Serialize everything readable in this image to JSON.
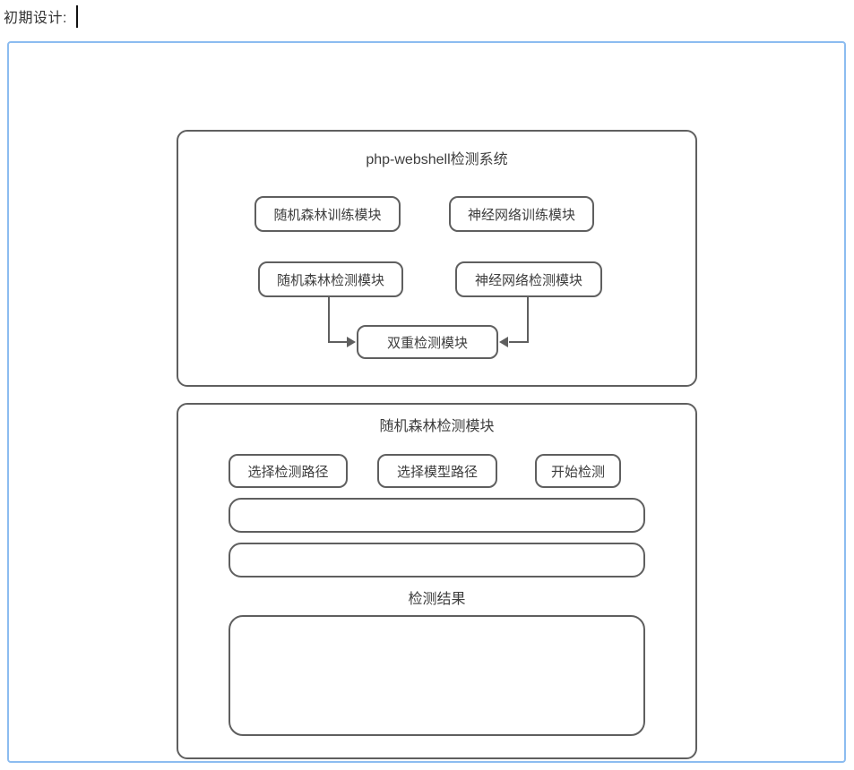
{
  "editor": {
    "label": "初期设计:"
  },
  "colors": {
    "panel_border": "#8cbcf0",
    "shape_border": "#5f5f5f",
    "text": "#333333",
    "caret": "#111111"
  },
  "diagram": {
    "system": {
      "title": "php-webshell检测系统",
      "modules": [
        "随机森林训练模块",
        "神经网络训练模块",
        "随机森林检测模块",
        "神经网络检测模块"
      ],
      "merge_module": "双重检测模块"
    },
    "detector": {
      "title": "随机森林检测模块",
      "buttons": [
        "选择检测路径",
        "选择模型路径",
        "开始检测"
      ],
      "path_inputs": [
        {
          "value": ""
        },
        {
          "value": ""
        }
      ],
      "result_label": "检测结果",
      "result_value": ""
    }
  }
}
